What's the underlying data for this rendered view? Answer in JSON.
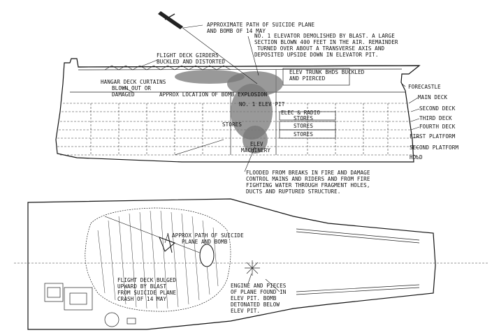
{
  "profile_view": {
    "annotations": {
      "plane_path": [
        "APPROXIMATE PATH OF SUICIDE PLANE",
        "AND BOMB OF 14 MAY"
      ],
      "elevator": [
        "NO. 1 ELEVATOR DEMOLISHED BY BLAST. A LARGE",
        "SECTION BLOWN 400 FEET IN THE AIR. REMAINDER",
        "TURNED OVER ABOUT A TRANSVERSE AXIS AND",
        "DEPOSITED UPSIDE DOWN IN ELEVATOR PIT."
      ],
      "girders": [
        "FLIGHT DECK GIRDERS",
        "BUCKLED AND DISTORTED"
      ],
      "curtains": [
        "HANGAR DECK CURTAINS",
        "BLOWN OUT OR",
        "DAMAGED"
      ],
      "bomb_location": "APPROX LOCATION OF BOMB EXPLOSION",
      "trunk": [
        "ELEV TRUNK BHDS BUCKLED",
        "AND PIERCED"
      ],
      "elev_pit": "NO. 1 ELEV PIT",
      "flooded": [
        "FLOODED FROM BREAKS IN FIRE AND DAMAGE",
        "CONTROL MAINS AND RIDERS AND FROM FIRE",
        "FIGHTING WATER THROUGH FRAGMENT HOLES,",
        "DUCTS AND RUPTURED STRUCTURE."
      ]
    },
    "compartments": {
      "elec_radio": "ELEC & RADIO",
      "stores_a": "STORES",
      "stores_left": "STORES",
      "stores_b": "STORES",
      "stores_c": "STORES",
      "elev_machinery": [
        "ELEV",
        "MACHINERY"
      ]
    },
    "deck_labels": [
      "FORECASTLE",
      "MAIN DECK",
      "SECOND DECK",
      "THIRD DECK",
      "FOURTH DECK",
      "FIRST PLATFORM",
      "SECOND PLATFORM",
      "HOLD"
    ]
  },
  "plan_view": {
    "annotations": {
      "plane_path": [
        "APPROX PATH OF SUICIDE",
        "PLANE AND BOMB"
      ],
      "bulged": [
        "FLIGHT DECK BULGED",
        "UPWARD BY BLAST",
        "FROM SUICIDE PLANE",
        "CRASH OF 14 MAY"
      ],
      "engine": [
        "ENGINE AND PIECES",
        "OF PLANE FOUND IN",
        "ELEV PIT. BOMB",
        "DETONATED BELOW",
        "ELEV PIT."
      ]
    }
  }
}
